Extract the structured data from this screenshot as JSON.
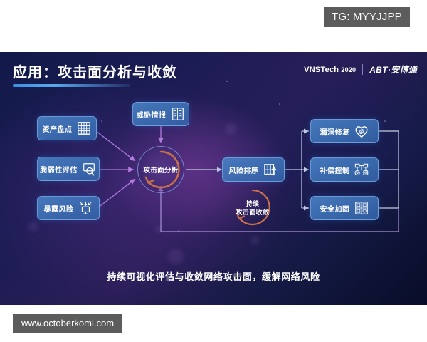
{
  "watermarks": {
    "top": "TG: MYYJJPP",
    "bottom": "www.octoberkomi.com"
  },
  "slide": {
    "title": "应用：攻击面分析与收敛",
    "brand": {
      "event_name": "VNSTech",
      "event_year": "2020",
      "logo_text": "ABT·安博通"
    },
    "caption": "持续可视化评估与收敛网络攻击面，缓解网络风险",
    "colors": {
      "accent_blue": "#3a8fe0",
      "node_blue": "#4880c4",
      "ring_orange": "#c8704a",
      "ring_purple": "#8a7fd0",
      "wire_purple": "#b07ae0",
      "wire_grey": "#b9c4de"
    }
  },
  "diagram": {
    "inputs": [
      {
        "id": "asset-inventory",
        "label": "资产盘点",
        "icon": "abacus-icon"
      },
      {
        "id": "vulnerability-assessment",
        "label": "脆弱性评估",
        "icon": "monitor-search-icon"
      },
      {
        "id": "exposure-risk",
        "label": "暴露风险",
        "icon": "monitor-arrows-icon"
      }
    ],
    "top_input": {
      "id": "threat-intelligence",
      "label": "威胁情报",
      "icon": "document-list-icon"
    },
    "center": {
      "id": "attack-surface-analysis",
      "label": "攻击面分析"
    },
    "middle": {
      "id": "risk-ranking",
      "label": "风险排序",
      "icon": "table-arrow-up-icon"
    },
    "converge": {
      "id": "continuous-convergence",
      "line1": "持续",
      "line2": "攻击面收敛"
    },
    "outputs": [
      {
        "id": "vulnerability-repair",
        "label": "漏洞修复",
        "icon": "heart-bandage-icon"
      },
      {
        "id": "compensating-control",
        "label": "补偿控制",
        "icon": "network-nodes-icon"
      },
      {
        "id": "security-hardening",
        "label": "安全加固",
        "icon": "grid-shield-icon"
      }
    ]
  }
}
